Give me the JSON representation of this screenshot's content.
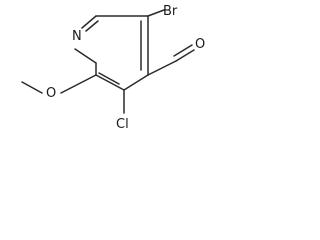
{
  "molecule": {
    "atoms": {
      "nitrogen": "N",
      "bromine": "Br",
      "oxygen_methoxy": "O",
      "oxygen_carbonyl": "O",
      "chlorine": "Cl"
    }
  }
}
